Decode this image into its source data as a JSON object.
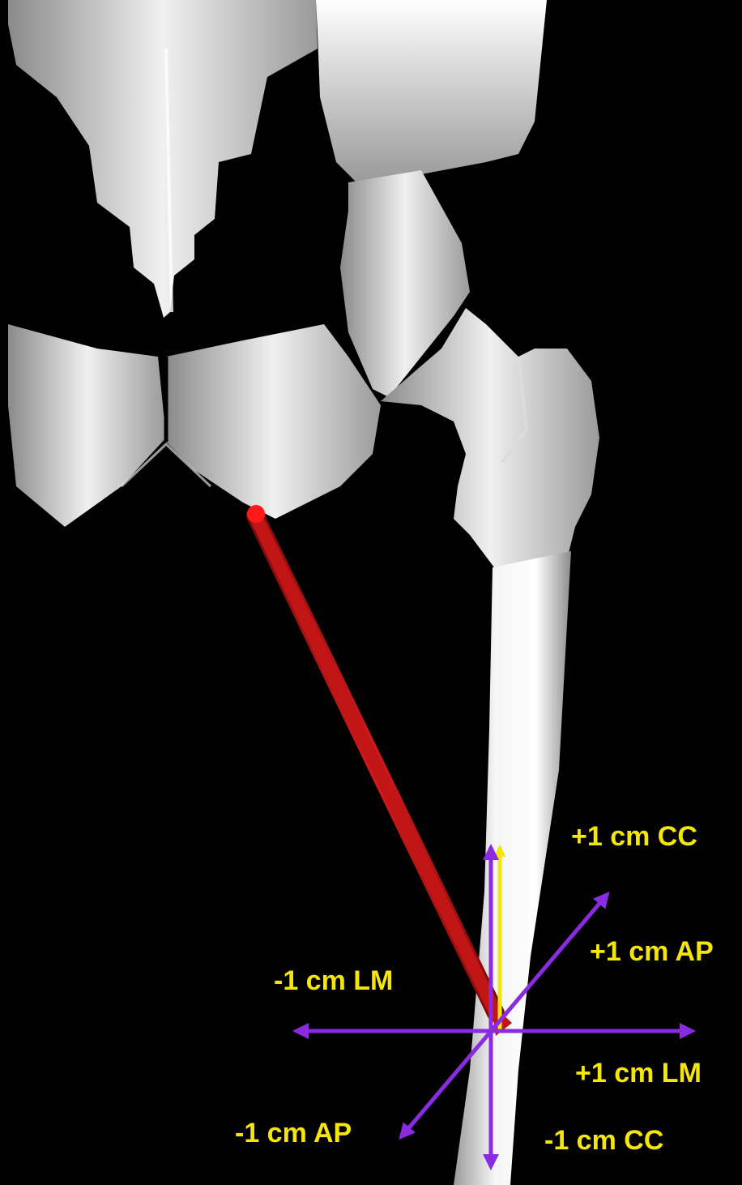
{
  "colors": {
    "background": "#000000",
    "bone_light": "#f2f2f2",
    "bone_dark": "#8a8a8a",
    "muscle": "#b81414",
    "arrow": "#8a2be2",
    "cc_indicator": "#f5e60a",
    "label": "#f5e60a"
  },
  "labels": {
    "plus_cc": "+1 cm CC",
    "plus_ap": "+1 cm AP",
    "minus_lm": "-1 cm LM",
    "plus_lm": "+1 cm LM",
    "minus_ap": "-1 cm AP",
    "minus_cc": "-1 cm CC"
  }
}
